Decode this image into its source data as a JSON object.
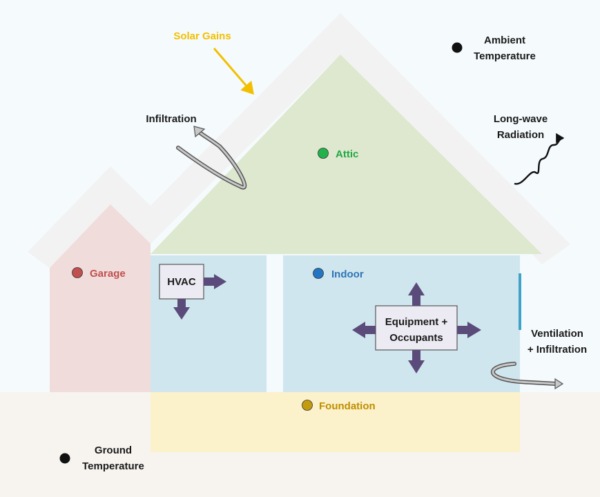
{
  "labels": {
    "solar_gains": "Solar Gains",
    "ambient_temperature": [
      "Ambient",
      "Temperature"
    ],
    "infiltration": "Infiltration",
    "long_wave_radiation": [
      "Long-wave",
      "Radiation"
    ],
    "attic": "Attic",
    "garage": "Garage",
    "hvac": "HVAC",
    "indoor": "Indoor",
    "equipment_occupants": [
      "Equipment +",
      "Occupants"
    ],
    "ventilation_infiltration": [
      "Ventilation",
      "+ Infiltration"
    ],
    "foundation": "Foundation",
    "ground_temperature": [
      "Ground",
      "Temperature"
    ]
  },
  "colors": {
    "background": "#f5fafc",
    "ground": "#f7f4ef",
    "roof": "#f2f2f2",
    "attic_fill": "#dde8cf",
    "garage_fill": "#f0dcdb",
    "indoor_fill": "#cfe6ee",
    "foundation_fill": "#fbf1cb",
    "solar": "#f2c000",
    "attic_node": "#22b24c",
    "garage_node": "#c0504d",
    "indoor_node": "#2276c4",
    "foundation_node": "#c49a0f",
    "indoor_text": "#2e75b6",
    "foundation_text": "#bf8f00",
    "arrow_purple": "#5b4b7a",
    "box_fill": "#ecebf3",
    "ventilation_bar": "#3fa3c8",
    "text_dark": "#1a1a1a"
  }
}
